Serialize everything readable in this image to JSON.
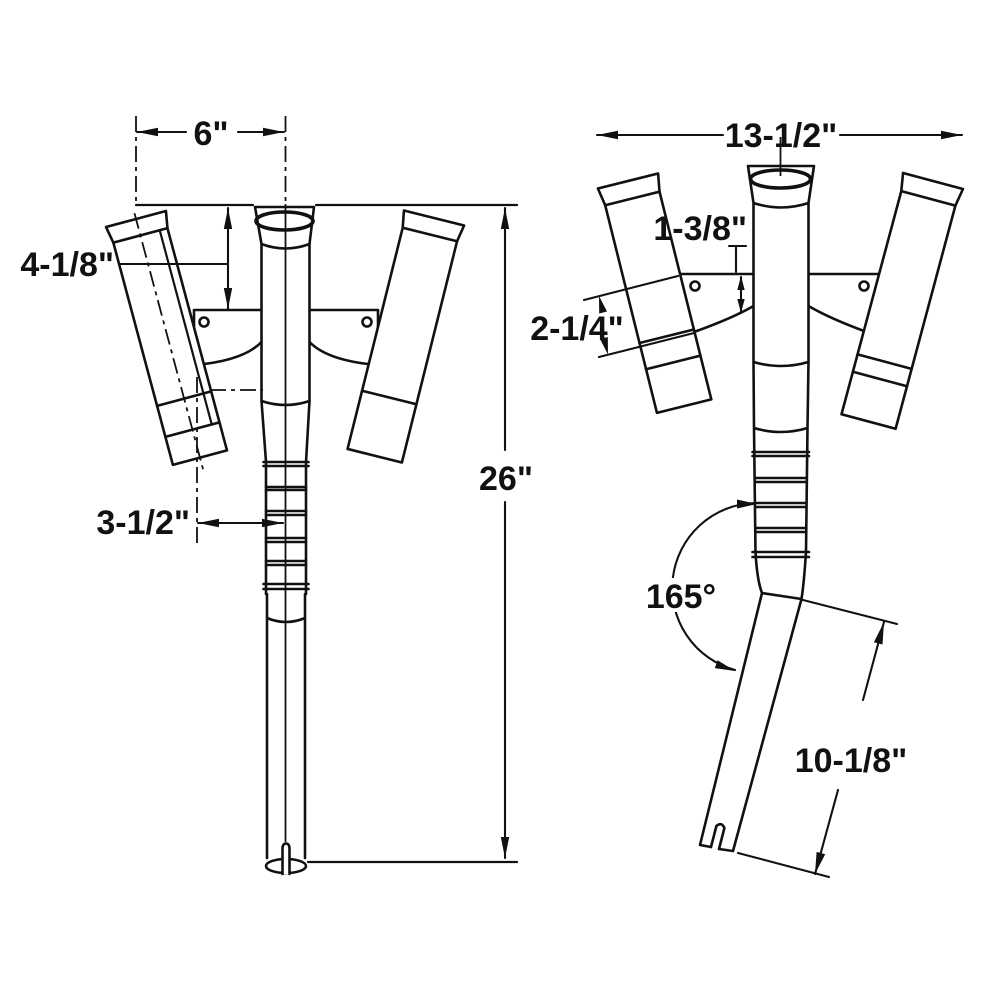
{
  "colors": {
    "background": "#ffffff",
    "line": "#111111"
  },
  "labels": {
    "front_view": {
      "top_spacing": "6\"",
      "upper_drop": "4-1/8\"",
      "center_offset": "3-1/2\"",
      "overall_height": "26\""
    },
    "side_view": {
      "overall_width": "13-1/2\"",
      "plate_inset": "1-3/8\"",
      "tube_diameter": "2-1/4\"",
      "bend_angle": "165°",
      "lower_shaft_length": "10-1/8\""
    }
  }
}
